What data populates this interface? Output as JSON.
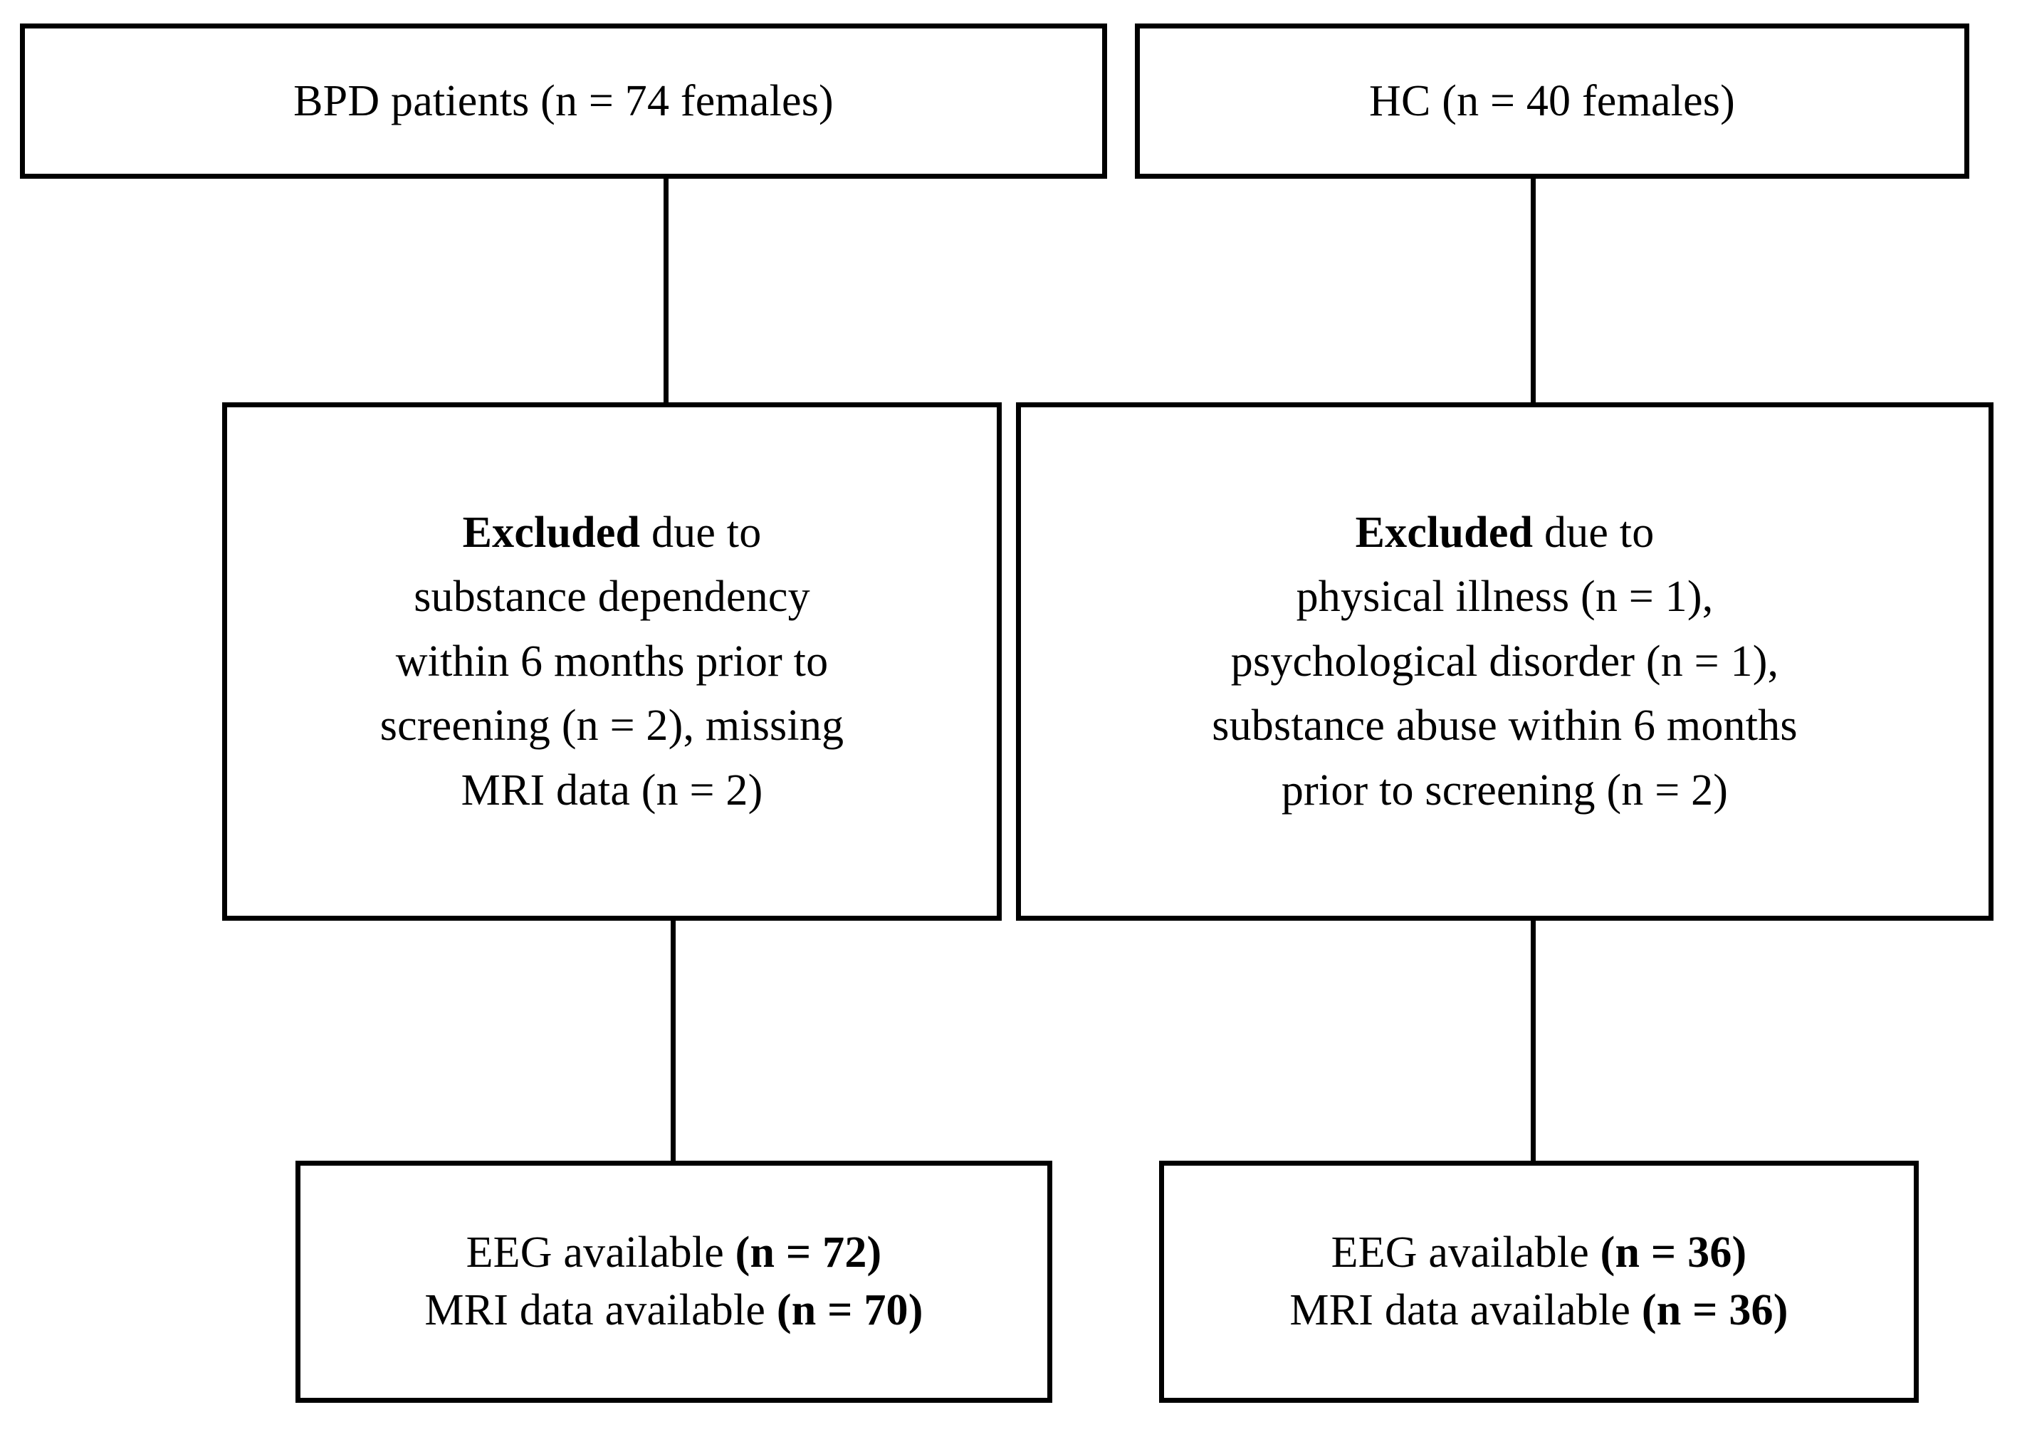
{
  "diagram": {
    "type": "participant-flow-chart",
    "background_color": "#ffffff",
    "line_color": "#000000",
    "nodes": {
      "bpd_source": {
        "lines": [
          {
            "text": "BPD patients (n = 74 females)",
            "bold": false
          }
        ]
      },
      "hc_source": {
        "lines": [
          {
            "text": "HC (n = 40 females)",
            "bold": false
          }
        ]
      },
      "bpd_excluded": {
        "lines": [
          {
            "bold_prefix": "Excluded",
            "text": " due to"
          },
          {
            "text": "substance dependency"
          },
          {
            "text": "within 6 months prior to"
          },
          {
            "text": "screening (n = 2), missing"
          },
          {
            "text": "MRI data (n = 2)"
          }
        ]
      },
      "hc_excluded": {
        "lines": [
          {
            "bold_prefix": "Excluded",
            "text": " due to"
          },
          {
            "text": "physical illness (n = 1),"
          },
          {
            "text": "psychological disorder (n = 1),"
          },
          {
            "text": "substance abuse within 6 months"
          },
          {
            "text": "prior to screening (n = 2)"
          }
        ]
      },
      "bpd_final": {
        "lines": [
          {
            "text": "EEG available ",
            "bold_suffix": "(n = 72)"
          },
          {
            "text": "MRI data available ",
            "bold_suffix": "(n = 70)"
          }
        ]
      },
      "hc_final": {
        "lines": [
          {
            "text": "EEG available ",
            "bold_suffix": "(n = 36)"
          },
          {
            "text": "MRI data available ",
            "bold_suffix": "(n = 36)"
          }
        ]
      }
    },
    "counts": {
      "bpd_initial": 74,
      "hc_initial": 40,
      "bpd_excluded_substance_dependency": 2,
      "bpd_excluded_missing_mri": 2,
      "hc_excluded_physical_illness": 1,
      "hc_excluded_psychological_disorder": 1,
      "hc_excluded_substance_abuse": 2,
      "bpd_eeg_available": 72,
      "bpd_mri_available": 70,
      "hc_eeg_available": 36,
      "hc_mri_available": 36
    }
  }
}
